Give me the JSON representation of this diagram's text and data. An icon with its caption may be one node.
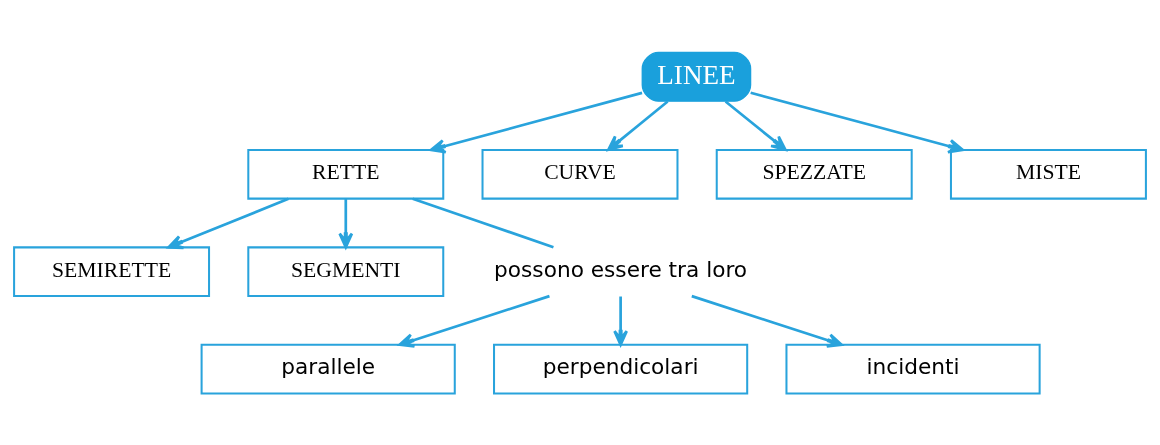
{
  "diagram": {
    "nodes": [
      {
        "text": [
          "LINEE"
        ]
      },
      {
        "text": [
          "RETTE"
        ]
      },
      {
        "text": [
          "CURVE"
        ]
      },
      {
        "text": [
          "SPEZZATE"
        ]
      },
      {
        "text": [
          "MISTE"
        ]
      },
      {
        "text": [
          "SEMIRETTE"
        ]
      },
      {
        "text": [
          "SEGMENTI"
        ]
      },
      {
        "text": [
          "possono essere tra loro"
        ]
      },
      {
        "text": [
          "parallele"
        ]
      },
      {
        "text": [
          "perpendicolari"
        ]
      },
      {
        "text": [
          "incidenti"
        ]
      }
    ],
    "edges": [
      {
        "from": 0,
        "to": 1,
        "arrow": "to"
      },
      {
        "from": 0,
        "to": 2,
        "arrow": "to"
      },
      {
        "from": 0,
        "to": 3,
        "arrow": "to"
      },
      {
        "from": 0,
        "to": 4,
        "arrow": "to"
      },
      {
        "from": 1,
        "to": 5,
        "arrow": "to"
      },
      {
        "from": 1,
        "to": 6,
        "arrow": "to"
      },
      {
        "from": 1,
        "to": 7,
        "arrow": "none"
      },
      {
        "from": 7,
        "to": 8,
        "arrow": "to"
      },
      {
        "from": 7,
        "to": 9,
        "arrow": "to"
      },
      {
        "from": 7,
        "to": 10,
        "arrow": "to"
      }
    ]
  }
}
